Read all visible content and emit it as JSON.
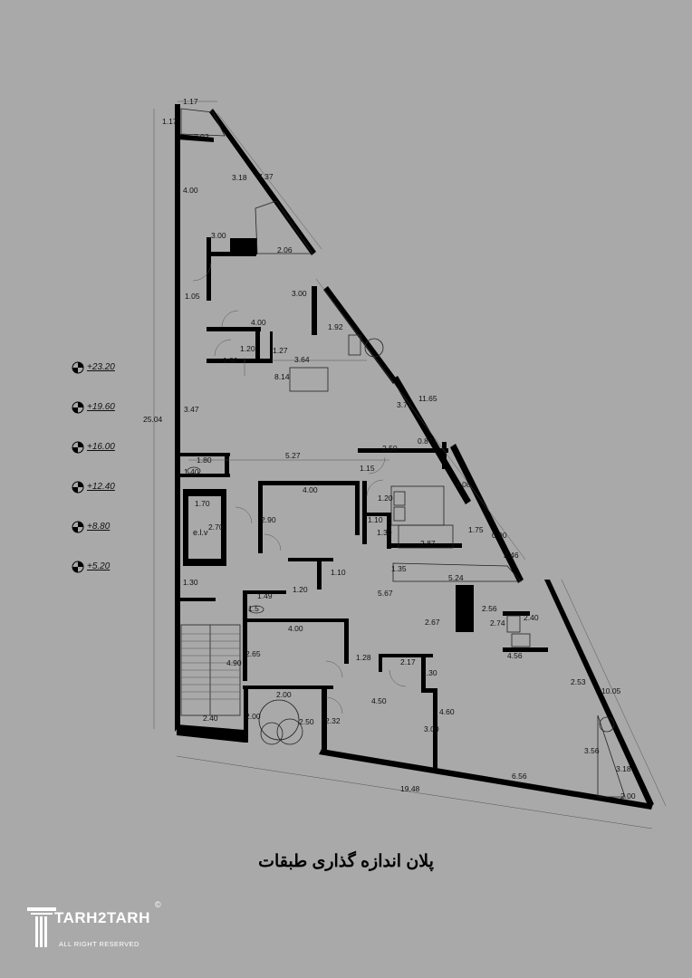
{
  "title": "پلان اندازه گذاری طبقات",
  "logo": {
    "name": "TARH2TARH",
    "tagline": "ALL RIGHT RESERVED",
    "copyright": "©"
  },
  "levels": [
    "+23.20",
    "+19.60",
    "+16.00",
    "+12.40",
    "+8.80",
    "+5.20"
  ],
  "elevator_label": "e.l.v",
  "dimensions": {
    "d_1_17_top": "1.17",
    "d_1_17_left": "1.17",
    "d_2_02": "2.02",
    "d_3_18_a": "3.18",
    "d_7_37": "7.37",
    "d_4_00_a": "4.00",
    "d_3_00_a": "3.00",
    "d_2_06": "2.06",
    "d_1_05": "1.05",
    "d_3_00_b": "3.00",
    "d_4_00_b": "4.00",
    "d_1_92": "1.92",
    "d_1_20_a": "1.20",
    "d_1_27": "1.27",
    "d_1_80_a": "1.80",
    "d_3_64": "3.64",
    "d_8_14": "8.14",
    "d_11_65": "11.65",
    "d_3_77": "3.77",
    "d_3_47": "3.47",
    "d_25_04": "25.04",
    "d_0_87": "0.87",
    "d_2_50": "2.50",
    "d_5_27": "5.27",
    "d_1_80_b": "1.80",
    "d_1_40": "1.40",
    "d_1_15": "1.15",
    "d_4_08": "4.08",
    "d_4_00_c": "4.00",
    "d_1_20_b": "1.20",
    "d_1_70": "1.70",
    "d_2_70": "2.70",
    "d_2_90": "2.90",
    "d_1_10_a": "1.10",
    "d_1_30_a": "1.30",
    "d_2_87": "2.87",
    "d_1_75": "1.75",
    "d_0_90": "0.90",
    "d_2_46": "2.46",
    "d_1_10_b": "1.10",
    "d_1_35": "1.35",
    "d_5_24": "5.24",
    "d_1_30_b": "1.30",
    "d_1_20_c": "1.20",
    "d_5_67": "5.67",
    "d_1_49": "1.49",
    "d_1_5": "1.5",
    "d_2_56": "2.56",
    "d_2_67": "2.67",
    "d_2_74": "2.74",
    "d_2_40_a": "2.40",
    "d_4_00_d": "4.00",
    "d_4_56": "4.56",
    "d_2_65": "2.65",
    "d_4_90": "4.90",
    "d_1_28": "1.28",
    "d_2_17": "2.17",
    "d_1_30_c": "1.30",
    "d_2_53": "2.53",
    "d_2_00_a": "2.00",
    "d_4_50": "4.50",
    "d_10_05": "10.05",
    "d_2_40_b": "2.40",
    "d_2_00_b": "2.00",
    "d_2_50_b": "2.50",
    "d_2_32": "2.32",
    "d_4_60": "4.60",
    "d_3_00_c": "3.00",
    "d_3_56": "3.56",
    "d_3_18_b": "3.18",
    "d_6_56": "6.56",
    "d_2_00_c": "2.00",
    "d_19_48": "19.48"
  }
}
